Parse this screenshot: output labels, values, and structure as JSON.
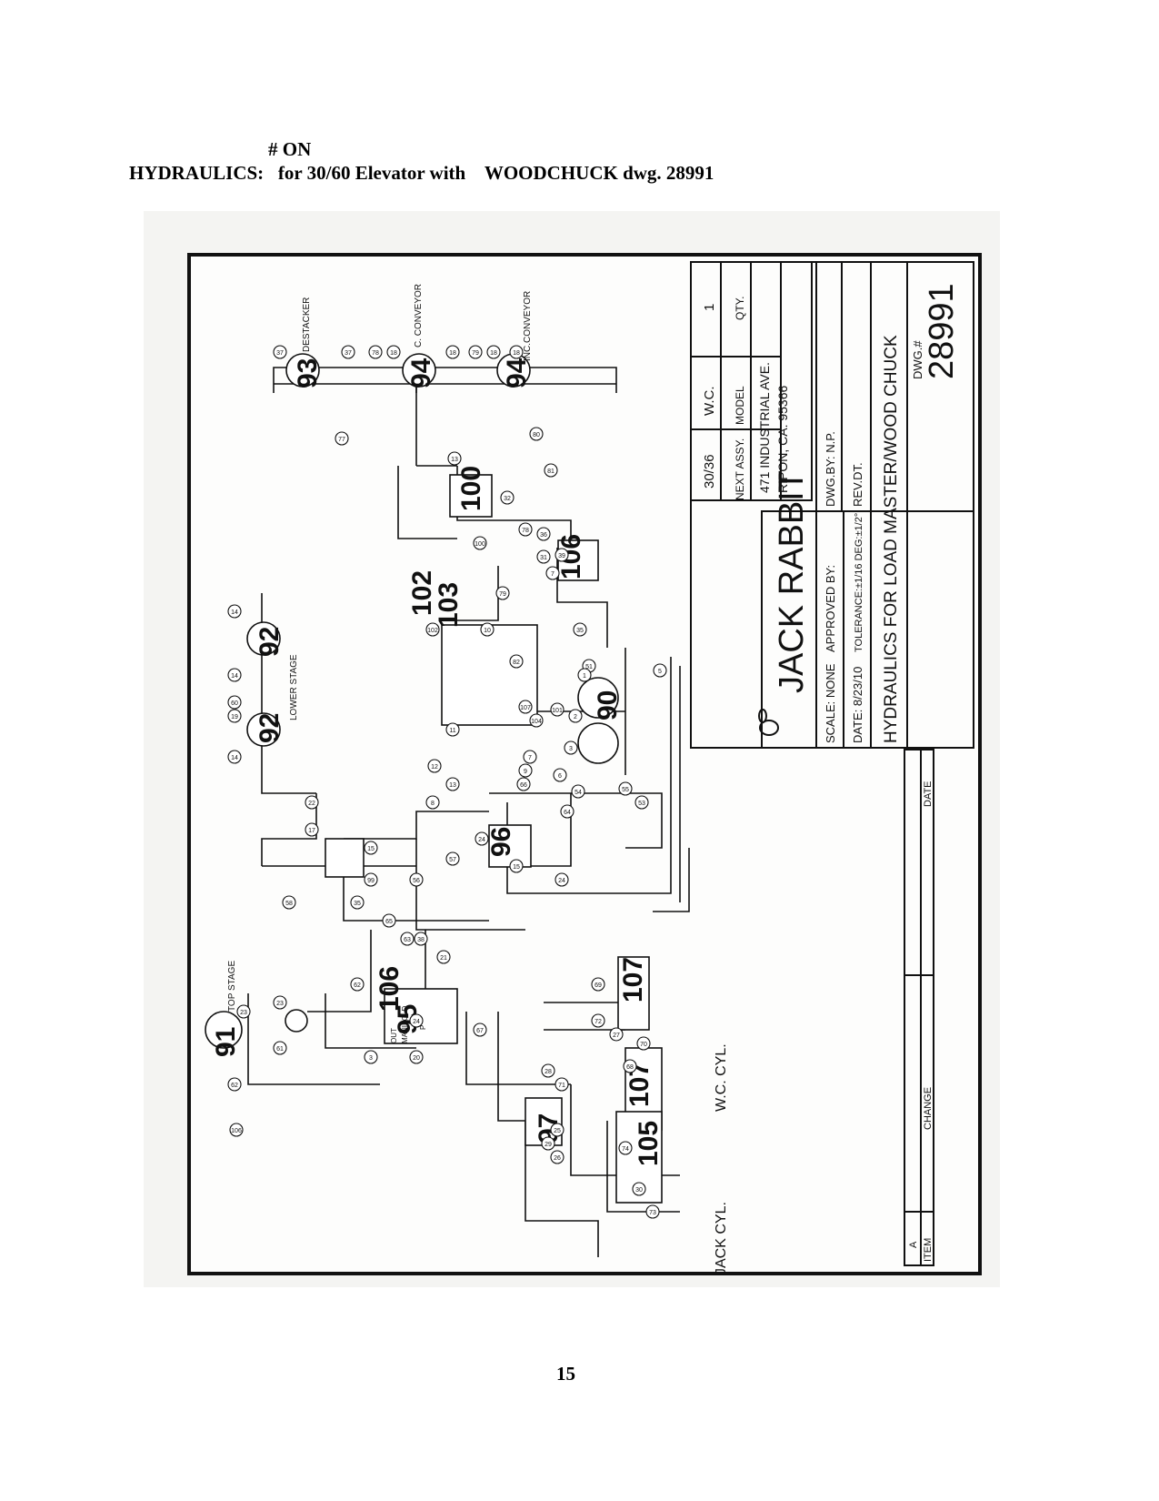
{
  "header": {
    "line1": "# ON",
    "line2": "HYDRAULICS:   for 30/60 Elevator with    WOODCHUCK dwg. 28991"
  },
  "page_number": "15",
  "title_block": {
    "next_assy": "30/36",
    "next_assy_label": "NEXT ASSY.",
    "model": "W.C.",
    "model_label": "MODEL",
    "qty": "1",
    "qty_label": "QTY.",
    "company": "JACK RABBIT",
    "address1": "471 INDUSTRIAL AVE.",
    "address2": "RIPON, CA. 95366",
    "scale": "SCALE: NONE",
    "date": "DATE: 8/23/10",
    "approved_by": "APPROVED BY:",
    "tolerance": "TOLERANCE:±1/16    DEG:±1/2°",
    "dwg_by": "DWG.BY: N.P.",
    "rev_dt": "REV.DT.",
    "title": "HYDRAULICS FOR LOAD MASTER/WOOD CHUCK",
    "dwg_no_label": "DWG.#",
    "dwg_no": "28991"
  },
  "revision_block": {
    "item_header": "ITEM",
    "change_header": "CHANGE",
    "date_header": "DATE",
    "rev_letter": "A"
  },
  "callouts": {
    "destacker": "DESTACKER",
    "c_conveyor": "C. CONVEYOR",
    "inc_conveyor": "INC.CONVEYOR",
    "lower_stage": "LOWER STAGE",
    "top_stage": "TOP STAGE",
    "wc_cyl": "W.C. CYL.",
    "jack_cyl": "JACK CYL.",
    "manifold": "MANIFOLD",
    "out": "OUT",
    "in_p": "P"
  },
  "components": [
    "93",
    "94",
    "94",
    "100",
    "106",
    "102",
    "103",
    "92",
    "92",
    "90",
    "91",
    "106",
    "95",
    "97",
    "107",
    "107",
    "105",
    "96"
  ],
  "parts": [
    "37",
    "37",
    "78",
    "18",
    "18",
    "79",
    "18",
    "18",
    "77",
    "80",
    "81",
    "13",
    "32",
    "78",
    "36",
    "39",
    "7",
    "31",
    "100",
    "79",
    "10",
    "102",
    "35",
    "51",
    "5",
    "14",
    "14",
    "60",
    "19",
    "14",
    "22",
    "17",
    "58",
    "35",
    "99",
    "15",
    "56",
    "57",
    "24",
    "15",
    "24",
    "53",
    "55",
    "54",
    "6",
    "1",
    "2",
    "3",
    "82",
    "107",
    "104",
    "101",
    "11",
    "12",
    "13",
    "8",
    "7",
    "9",
    "66",
    "64",
    "21",
    "38",
    "65",
    "63",
    "62",
    "23",
    "23",
    "61",
    "3",
    "24",
    "62",
    "106",
    "20",
    "67",
    "28",
    "29",
    "25",
    "26",
    "71",
    "69",
    "72",
    "27",
    "68",
    "70",
    "74",
    "73",
    "30"
  ]
}
